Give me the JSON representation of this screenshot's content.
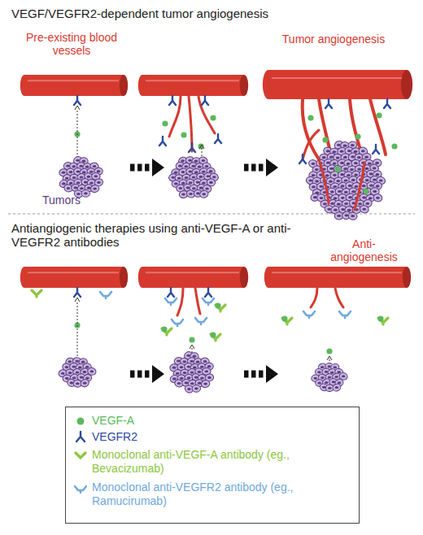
{
  "diagram": {
    "labels": [
      "VEGF/VEGFR2-dependent tumor angiogenesis",
      "Pre-existing blood vessels",
      "Tumors",
      "Tumor angiogenesis",
      "Antiangiogenic therapies using anti-VEGF-A or anti-VEGFR2 antibodies",
      "Anti-angiogenesis"
    ],
    "legend": [
      {
        "text": "VEGF-A",
        "color": "#5cb85c"
      },
      {
        "text": "VEGFR2"
      },
      {
        "text": "Monoclonal anti-VEGF-A antibody (eg., Bevacizumab)"
      },
      {
        "text": "Monoclonal anti-VEGFR2 antibody (eg., Ramucirumab)"
      }
    ]
  }
}
